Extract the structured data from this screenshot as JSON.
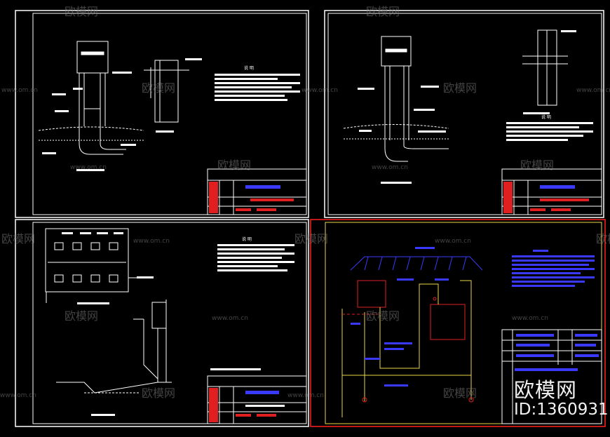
{
  "watermark": {
    "text": "欧模网",
    "url": "www.om.cn"
  },
  "brand": {
    "name": "欧模网",
    "id_label": "ID:1360931"
  },
  "sheets": [
    {
      "title": "说 明"
    },
    {
      "title": "说 明"
    },
    {
      "title": "说 明"
    },
    {
      "title": ""
    }
  ],
  "colors": {
    "background": "#000000",
    "frame": "#ffffff",
    "active_frame": "#ff2020",
    "title_block_red": "#e02020",
    "title_block_blue": "#3a3aff",
    "pipe_yellow": "#e8d84a",
    "note_text": "#ffffff",
    "watermark": "#7a7a7a"
  }
}
